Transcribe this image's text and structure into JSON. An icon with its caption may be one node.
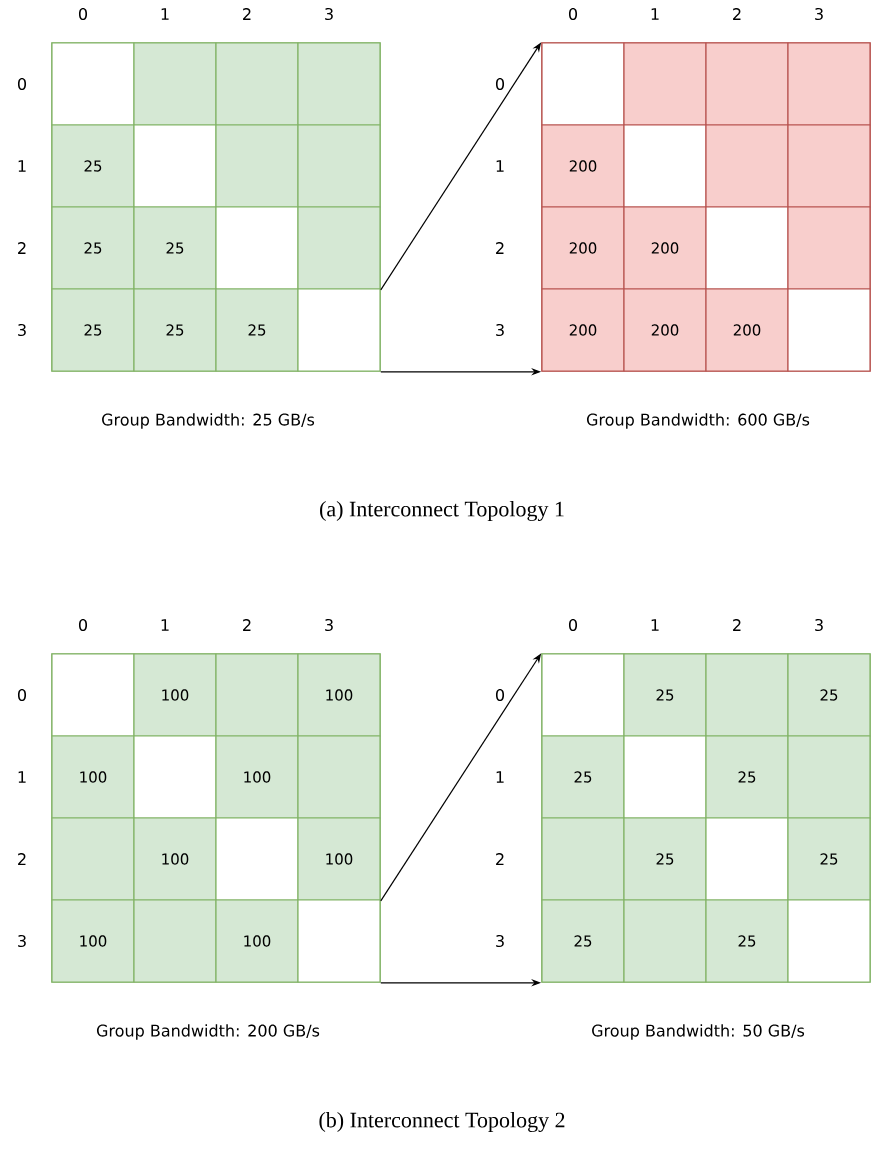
{
  "diagram": {
    "nodes": [
      {
        "text": [],
        "shape": "box",
        "beside": [
          "Group Bandwidth: 25 GB/s"
        ]
      },
      {
        "text": [],
        "shape": "box",
        "in": 0
      },
      {
        "text": [],
        "shape": "box",
        "in": 0
      },
      {
        "text": [],
        "shape": "box",
        "in": 0
      },
      {
        "text": [],
        "shape": "box",
        "in": 0
      },
      {
        "text": [
          "25"
        ],
        "in": 0
      },
      {
        "text": [],
        "shape": "box",
        "in": 0
      },
      {
        "text": [],
        "shape": "box",
        "in": 0
      },
      {
        "text": [],
        "shape": "box",
        "in": 0
      },
      {
        "text": [
          "25"
        ],
        "in": 0
      },
      {
        "text": [
          "25"
        ],
        "in": 0
      },
      {
        "text": [],
        "shape": "box",
        "in": 0
      },
      {
        "text": [],
        "shape": "box",
        "in": 0
      },
      {
        "text": [
          "25"
        ],
        "in": 0
      },
      {
        "text": [
          "25"
        ],
        "in": 0
      },
      {
        "text": [
          "25"
        ],
        "in": 0
      },
      {
        "text": [],
        "shape": "box",
        "in": 0
      },
      {
        "text": [],
        "shape": "box",
        "beside": [
          "Group Bandwidth: 600 GB/s"
        ]
      },
      {
        "text": [],
        "shape": "box",
        "in": 17
      },
      {
        "text": [],
        "shape": "box",
        "in": 17
      },
      {
        "text": [],
        "shape": "box",
        "in": 17
      },
      {
        "text": [],
        "shape": "box",
        "in": 17
      },
      {
        "text": [
          "200"
        ],
        "in": 17
      },
      {
        "text": [],
        "shape": "box",
        "in": 17
      },
      {
        "text": [],
        "shape": "box",
        "in": 17
      },
      {
        "text": [],
        "shape": "box",
        "in": 17
      },
      {
        "text": [
          "200"
        ],
        "in": 17
      },
      {
        "text": [
          "200"
        ],
        "in": 17
      },
      {
        "text": [],
        "shape": "box",
        "in": 17
      },
      {
        "text": [],
        "shape": "box",
        "in": 17
      },
      {
        "text": [
          "200"
        ],
        "in": 17
      },
      {
        "text": [
          "200"
        ],
        "in": 17
      },
      {
        "text": [
          "200"
        ],
        "in": 17
      },
      {
        "text": [],
        "shape": "box",
        "in": 17
      },
      {
        "text": [],
        "shape": "box",
        "beside": [
          "Group Bandwidth: 200 GB/s"
        ]
      },
      {
        "text": [],
        "shape": "box",
        "in": 34
      },
      {
        "text": [
          "100"
        ],
        "in": 34
      },
      {
        "text": [],
        "shape": "box",
        "in": 34
      },
      {
        "text": [
          "100"
        ],
        "in": 34
      },
      {
        "text": [
          "100"
        ],
        "in": 34
      },
      {
        "text": [],
        "shape": "box",
        "in": 34
      },
      {
        "text": [
          "100"
        ],
        "in": 34
      },
      {
        "text": [],
        "shape": "box",
        "in": 34
      },
      {
        "text": [],
        "shape": "box",
        "in": 34
      },
      {
        "text": [
          "100"
        ],
        "in": 34
      },
      {
        "text": [],
        "shape": "box",
        "in": 34
      },
      {
        "text": [
          "100"
        ],
        "in": 34
      },
      {
        "text": [
          "100"
        ],
        "in": 34
      },
      {
        "text": [],
        "shape": "box",
        "in": 34
      },
      {
        "text": [
          "100"
        ],
        "in": 34
      },
      {
        "text": [],
        "shape": "box",
        "in": 34
      },
      {
        "text": [],
        "shape": "box",
        "beside": [
          "Group Bandwidth: 50 GB/s"
        ]
      },
      {
        "text": [],
        "shape": "box",
        "in": 51
      },
      {
        "text": [
          "25"
        ],
        "in": 51
      },
      {
        "text": [],
        "shape": "box",
        "in": 51
      },
      {
        "text": [
          "25"
        ],
        "in": 51
      },
      {
        "text": [
          "25"
        ],
        "in": 51
      },
      {
        "text": [],
        "shape": "box",
        "in": 51
      },
      {
        "text": [
          "25"
        ],
        "in": 51
      },
      {
        "text": [],
        "shape": "box",
        "in": 51
      },
      {
        "text": [],
        "shape": "box",
        "in": 51
      },
      {
        "text": [
          "25"
        ],
        "in": 51
      },
      {
        "text": [],
        "shape": "box",
        "in": 51
      },
      {
        "text": [
          "25"
        ],
        "in": 51
      },
      {
        "text": [
          "25"
        ],
        "in": 51
      },
      {
        "text": [],
        "shape": "box",
        "in": 51
      },
      {
        "text": [
          "25"
        ],
        "in": 51
      },
      {
        "text": [],
        "shape": "box",
        "in": 51
      }
    ],
    "edges": [
      {
        "from": 0,
        "to": 17,
        "arrow": "to"
      },
      {
        "from": 0,
        "to": 17,
        "arrow": "to"
      },
      {
        "from": 34,
        "to": 51,
        "arrow": "to"
      },
      {
        "from": 34,
        "to": 51,
        "arrow": "to"
      }
    ],
    "labels": [
      "0",
      "1",
      "2",
      "3",
      "0",
      "1",
      "2",
      "3",
      "0",
      "1",
      "2",
      "3",
      "0",
      "1",
      "2",
      "3",
      "(a) Interconnect Topology 1",
      "0",
      "1",
      "2",
      "3",
      "0",
      "1",
      "2",
      "3",
      "0",
      "1",
      "2",
      "3",
      "0",
      "1",
      "2",
      "3",
      "(b) Interconnect Topology 2"
    ]
  }
}
